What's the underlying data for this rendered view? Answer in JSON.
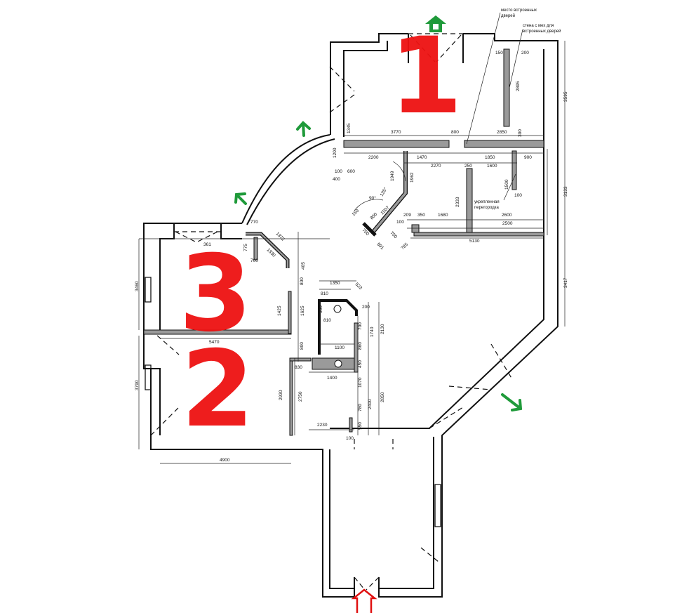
{
  "title": "Floor plan with room numbering",
  "rooms": [
    "1",
    "2",
    "3"
  ],
  "annotations": {
    "builtin_doors_place": [
      "место встроенных",
      "дверей"
    ],
    "wall_for_builtin_doors": [
      "стена с мех для",
      "встроенных дверей"
    ],
    "reinforced_partition": [
      "укрепленная",
      "перегородка"
    ]
  },
  "dims": [
    "3770",
    "800",
    "2850",
    "150",
    "200",
    "2895",
    "3595",
    "1345",
    "300",
    "2200",
    "1470",
    "2270",
    "1850",
    "900",
    "250",
    "1600",
    "1500",
    "100",
    "3133",
    "1962",
    "1949",
    "2333",
    "2600",
    "2500",
    "1680",
    "209",
    "350",
    "5130",
    "3417",
    "90°",
    "135°",
    "1507",
    "800",
    "100",
    "700",
    "700",
    "891",
    "785",
    "150",
    "1200",
    "400",
    "100",
    "600",
    "770",
    "1372",
    "775",
    "700",
    "1330",
    "361",
    "405",
    "800",
    "1425",
    "1625",
    "3460",
    "5470",
    "800",
    "1350",
    "810",
    "523",
    "350",
    "810",
    "200",
    "700",
    "1740",
    "2130",
    "1100",
    "860",
    "830",
    "450",
    "1400",
    "1070",
    "2930",
    "2750",
    "2400",
    "2850",
    "780",
    "2230",
    "550",
    "100",
    "3790",
    "4900"
  ],
  "colors": {
    "wall": "#111111",
    "hatch": "#9a9a9a",
    "room_marker": "#ee1111",
    "arrow_green": "#1f9a3a",
    "arrow_red": "#e01010"
  },
  "icons": [
    "entrance-arrow-icon",
    "direction-arrow-icon",
    "house-arrow-icon"
  ]
}
